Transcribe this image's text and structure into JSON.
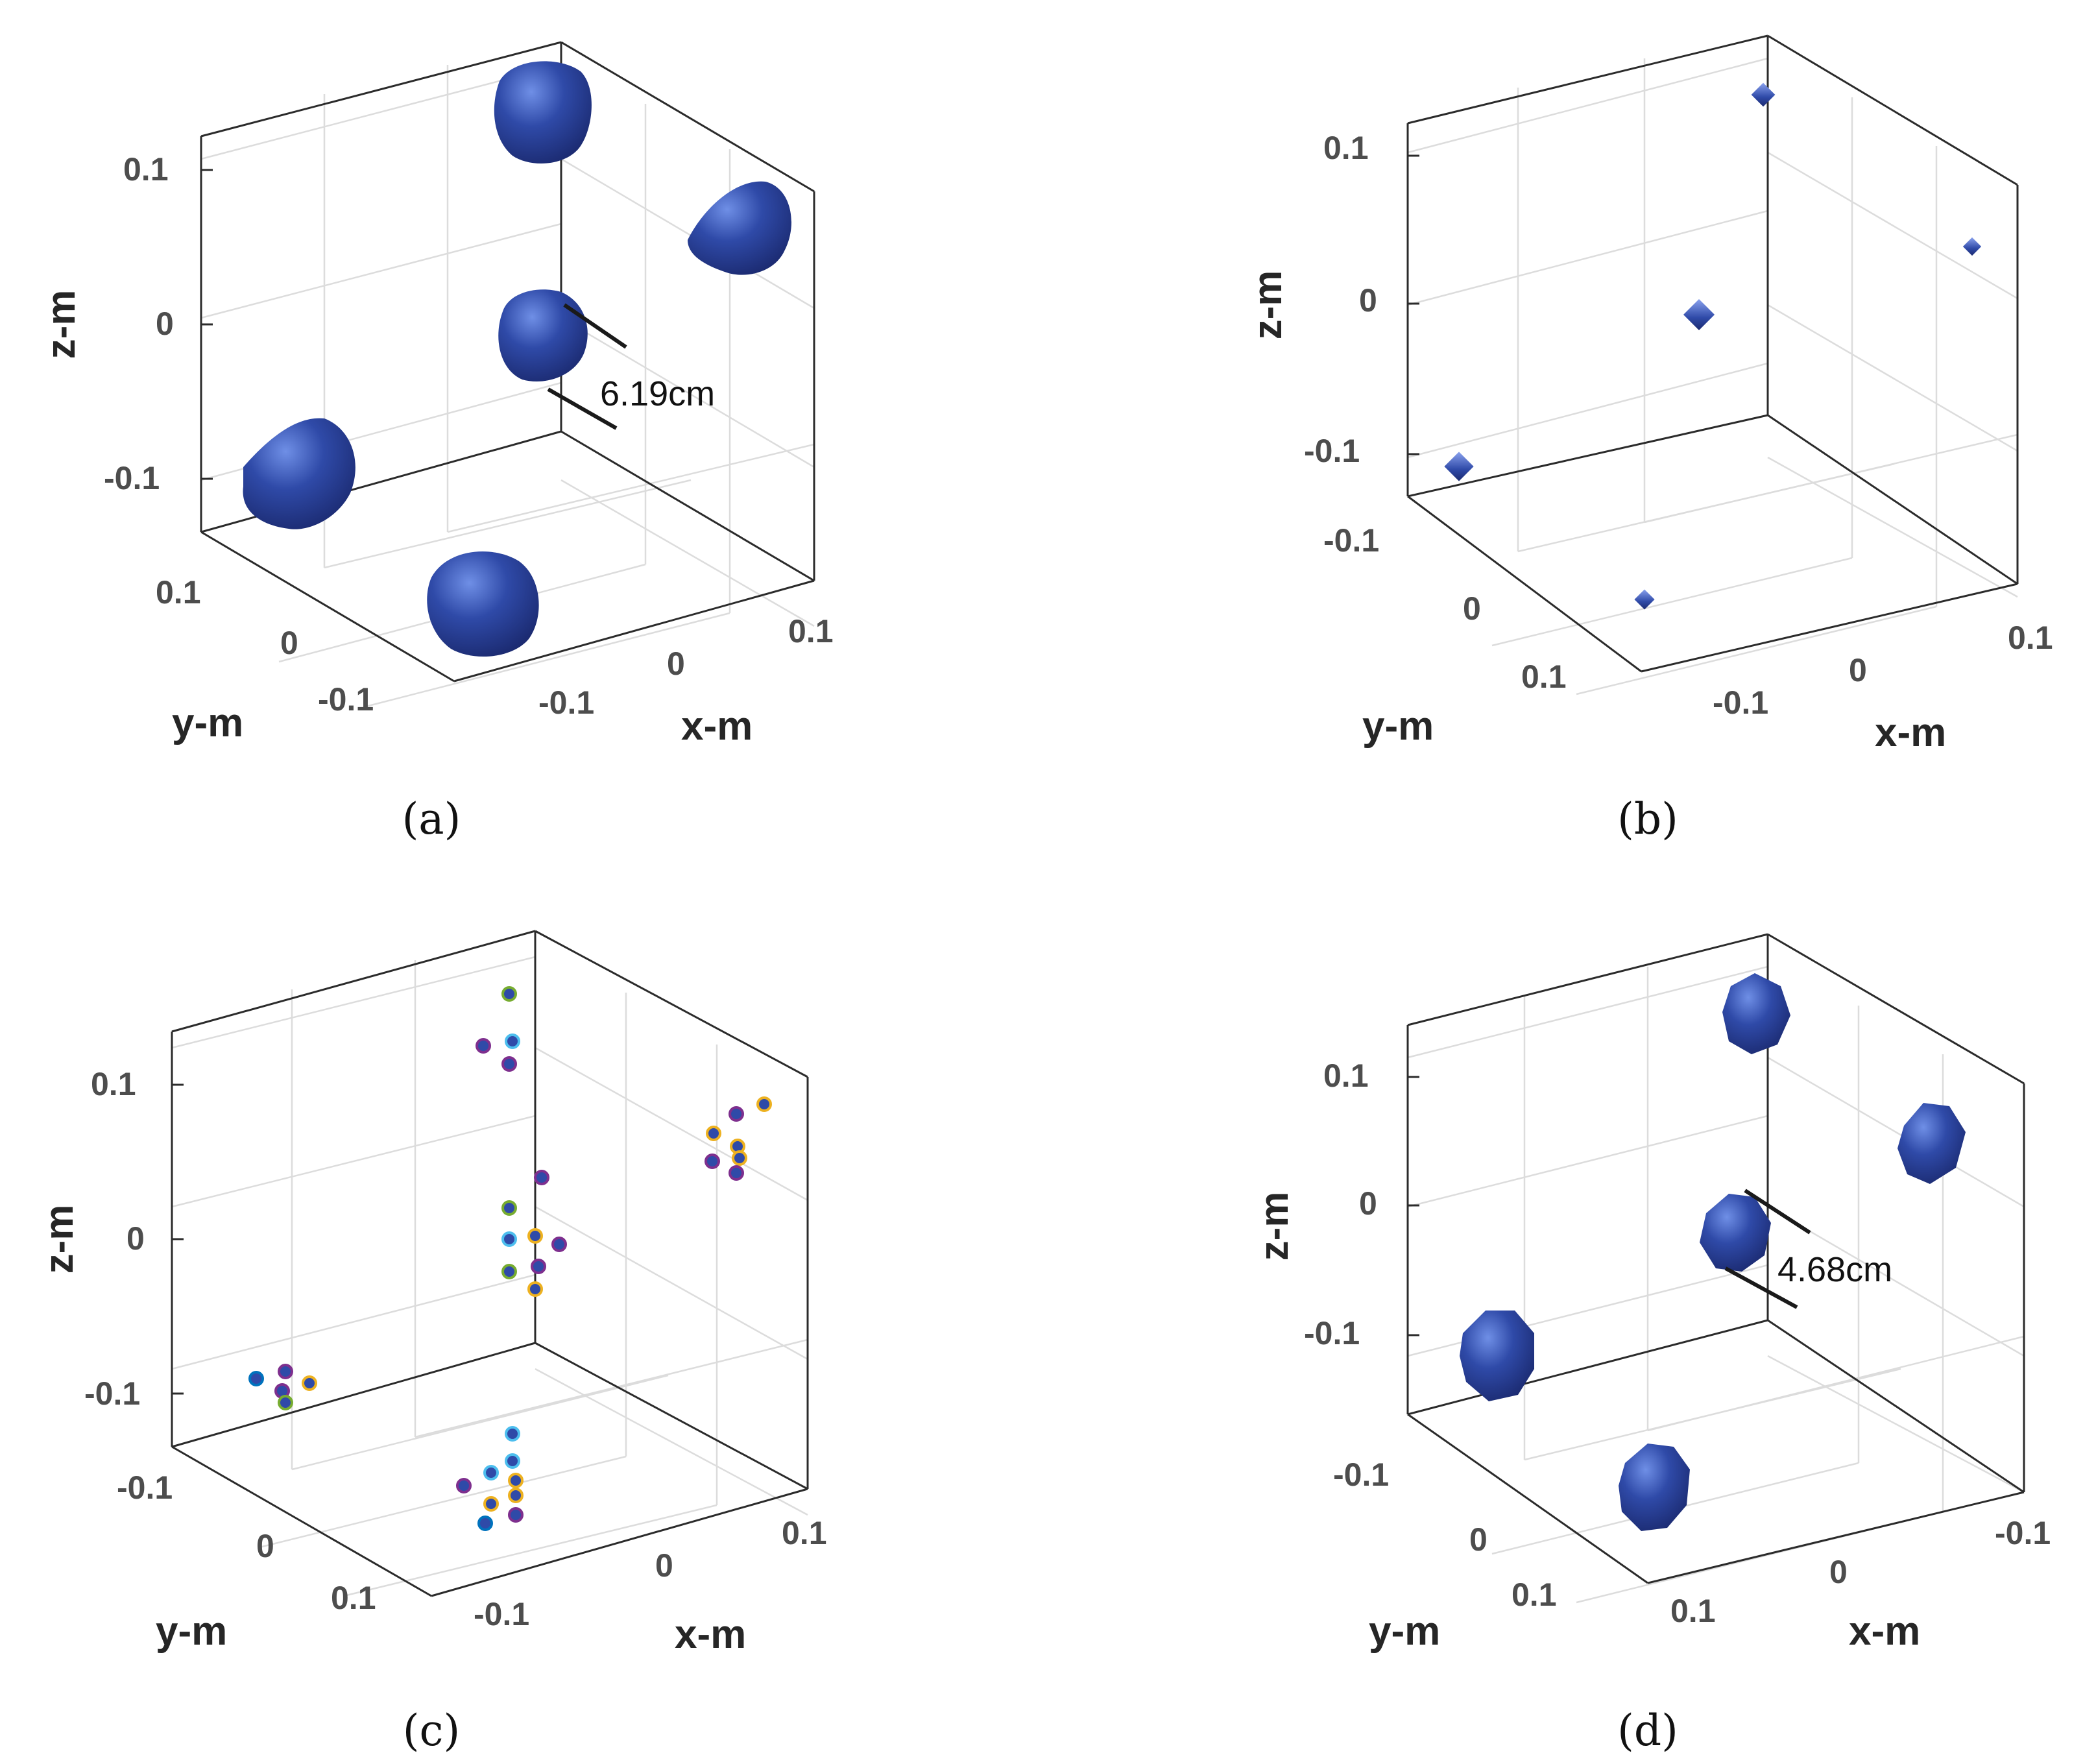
{
  "chart_data": [
    {
      "type": "scatter",
      "panel": "(a)",
      "marks": "blob",
      "xlabel": "x-m",
      "ylabel": "y-m",
      "zlabel": "z-m",
      "zticks": [
        "0.1",
        "0",
        "-0.1"
      ],
      "yticks": [
        "0.1",
        "0",
        "-0.1"
      ],
      "xticks": [
        "-0.1",
        "0",
        "0.1"
      ],
      "annotation": "6.19cm",
      "color": "#2f4aa8",
      "grid": true
    },
    {
      "type": "scatter",
      "panel": "(b)",
      "marks": "cube",
      "xlabel": "x-m",
      "ylabel": "y-m",
      "zlabel": "z-m",
      "zticks": [
        "0.1",
        "0",
        "-0.1"
      ],
      "yticks": [
        "-0.1",
        "0",
        "0.1"
      ],
      "xticks": [
        "-0.1",
        "0",
        "0.1"
      ],
      "annotation": "",
      "color": "#2f4aa8",
      "grid": true
    },
    {
      "type": "scatter",
      "panel": "(c)",
      "marks": "dot",
      "xlabel": "x-m",
      "ylabel": "y-m",
      "zlabel": "z-m",
      "zticks": [
        "0.1",
        "0",
        "-0.1"
      ],
      "yticks": [
        "-0.1",
        "0",
        "0.1"
      ],
      "xticks": [
        "-0.1",
        "0",
        "0.1"
      ],
      "annotation": "",
      "color": "#2f4aa8",
      "dot_ring_colors": [
        "#7e2f8e",
        "#edb120",
        "#77ac30",
        "#4dbeee",
        "#0072bd"
      ],
      "grid": true
    },
    {
      "type": "scatter",
      "panel": "(d)",
      "marks": "blob",
      "xlabel": "x-m",
      "ylabel": "y-m",
      "zlabel": "z-m",
      "zticks": [
        "0.1",
        "0",
        "-0.1"
      ],
      "yticks": [
        "-0.1",
        "0",
        "0.1"
      ],
      "xticks": [
        "0.1",
        "0",
        "-0.1"
      ],
      "annotation": "4.68cm",
      "color": "#2f4aa8",
      "grid": true
    }
  ]
}
